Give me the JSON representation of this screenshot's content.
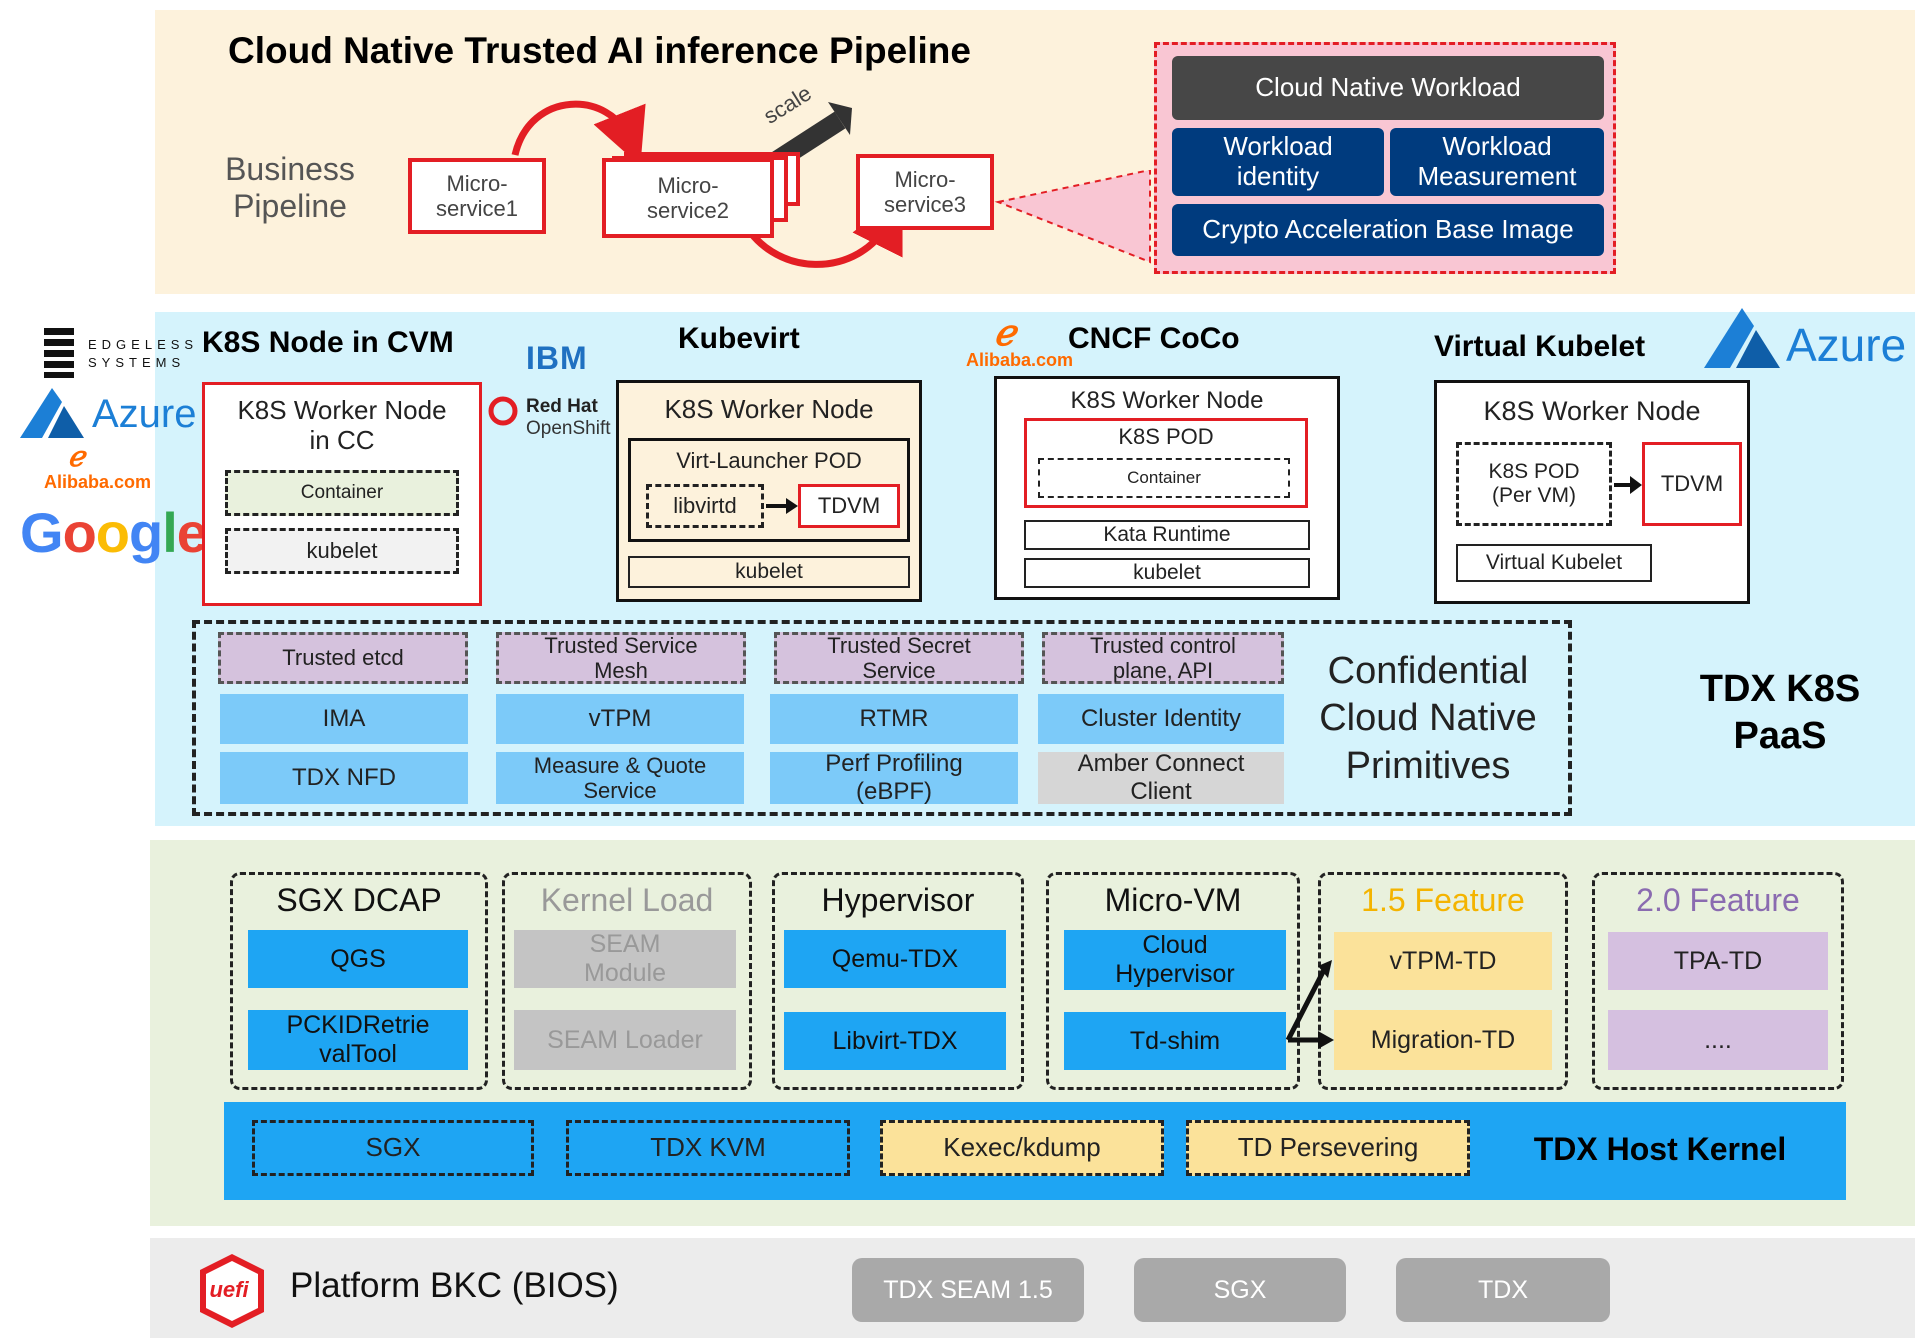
{
  "title": "Cloud Native Trusted AI inference Pipeline",
  "business_pipeline": {
    "label_line1": "Business",
    "label_line2": "Pipeline",
    "ms1": [
      "Micro-",
      "service1"
    ],
    "ms2": [
      "Micro-",
      "service2"
    ],
    "ms3": [
      "Micro-",
      "service3"
    ],
    "scale_label": "scale"
  },
  "workload": {
    "cloud_native_workload": "Cloud Native Workload",
    "workload_identity": [
      "Workload",
      "identity"
    ],
    "workload_measurement": [
      "Workload",
      "Measurement"
    ],
    "crypto": "Crypto Acceleration Base Image"
  },
  "logos": {
    "edgeless": [
      "EDGELESS",
      "SYSTEMS"
    ],
    "azure": "Azure",
    "alibaba": "Alibaba.com",
    "google": "Google",
    "ibm": "IBM",
    "redhat": [
      "Red Hat",
      "OpenShift"
    ]
  },
  "columns": {
    "cvm": {
      "title": "K8S Node in CVM",
      "worker": [
        "K8S Worker Node",
        "in CC"
      ],
      "container": "Container",
      "kubelet": "kubelet"
    },
    "kubevirt": {
      "title": "Kubevirt",
      "worker": "K8S Worker Node",
      "launcher": "Virt-Launcher POD",
      "libvirtd": "libvirtd",
      "tdvm": "TDVM",
      "kubelet": "kubelet"
    },
    "coco": {
      "title": "CNCF CoCo",
      "worker": "K8S Worker Node",
      "pod": "K8S POD",
      "container": "Container",
      "kata": "Kata Runtime",
      "kubelet": "kubelet"
    },
    "vk": {
      "title": "Virtual Kubelet",
      "worker": "K8S Worker Node",
      "pod": [
        "K8S POD",
        "(Per VM)"
      ],
      "tdvm": "TDVM",
      "vk": "Virtual Kubelet"
    }
  },
  "primitives": {
    "row1": [
      [
        "Trusted etcd"
      ],
      [
        "Trusted Service",
        "Mesh"
      ],
      [
        "Trusted Secret",
        "Service"
      ],
      [
        "Trusted control",
        "plane, API"
      ]
    ],
    "row2": [
      [
        "IMA"
      ],
      [
        "vTPM"
      ],
      [
        "RTMR"
      ],
      [
        "Cluster Identity"
      ]
    ],
    "row3": [
      [
        "TDX NFD"
      ],
      [
        "Measure & Quote",
        "Service"
      ],
      [
        "Perf Profiling",
        "(eBPF)"
      ],
      [
        "Amber Connect",
        "Client"
      ]
    ],
    "label": [
      "Confidential",
      "Cloud Native",
      "Primitives"
    ]
  },
  "paas_label": [
    "TDX K8S",
    "PaaS"
  ],
  "groups": {
    "sgx_dcap": {
      "title": "SGX DCAP",
      "items": [
        [
          "QGS"
        ],
        [
          "PCKIDRetrie",
          "valTool"
        ]
      ]
    },
    "kernel_load": {
      "title": "Kernel Load",
      "items": [
        [
          "SEAM",
          "Module"
        ],
        [
          "SEAM Loader"
        ]
      ]
    },
    "hypervisor": {
      "title": "Hypervisor",
      "items": [
        [
          "Qemu-TDX"
        ],
        [
          "Libvirt-TDX"
        ]
      ]
    },
    "microvm": {
      "title": "Micro-VM",
      "items": [
        [
          "Cloud",
          "Hypervisor"
        ],
        [
          "Td-shim"
        ]
      ]
    },
    "f15": {
      "title": "1.5 Feature",
      "items": [
        [
          "vTPM-TD"
        ],
        [
          "Migration-TD"
        ]
      ]
    },
    "f20": {
      "title": "2.0 Feature",
      "items": [
        [
          "TPA-TD"
        ],
        [
          "...."
        ]
      ]
    }
  },
  "host_kernel": {
    "items": [
      "SGX",
      "TDX KVM",
      "Kexec/kdump",
      "TD Persevering"
    ],
    "label": "TDX Host Kernel"
  },
  "platform": {
    "label": "Platform BKC (BIOS)",
    "logo_letters": "uefi",
    "pills": [
      "TDX SEAM 1.5",
      "SGX",
      "TDX"
    ]
  },
  "colors": {
    "red": "#e31e24",
    "navy": "#003b7e",
    "blue": "#1ea5f3",
    "sky": "#7ccaf9",
    "lavender": "#d5c2dd",
    "yellow": "#fbe29a",
    "feature15": "#f4b400",
    "feature20": "#8a6bb0"
  }
}
